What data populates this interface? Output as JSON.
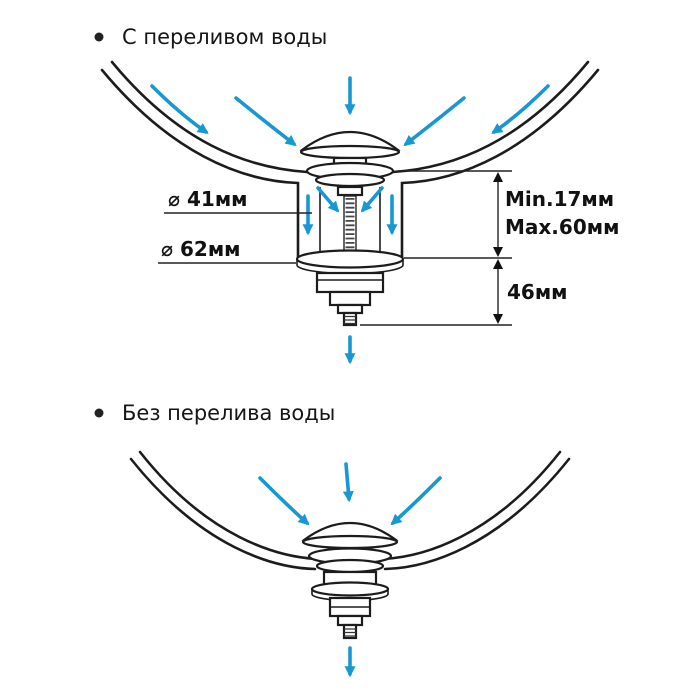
{
  "page": {
    "background": "#ffffff"
  },
  "sections": {
    "with_overflow": {
      "title": "С переливом воды"
    },
    "without_overflow": {
      "title": "Без перелива воды"
    }
  },
  "dimensions": {
    "drain_hole_diameter": "⌀ 41мм",
    "flange_diameter": "⌀ 62мм",
    "min_thickness": "Min.17мм",
    "max_thickness": "Max.60мм",
    "body_height": "46мм"
  },
  "colors": {
    "flow_arrow": "#1798d3",
    "line": "#1c1c1c",
    "text": "#111111"
  }
}
